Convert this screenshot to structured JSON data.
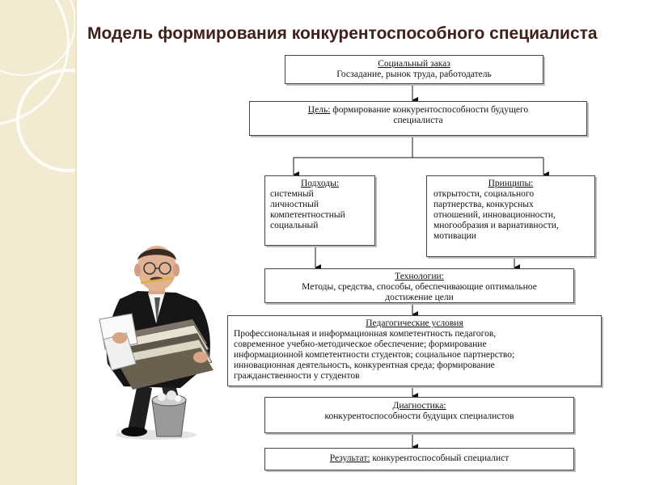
{
  "title": "Модель формирования конкурентоспособного специалиста",
  "social_order": {
    "heading": "Социальный заказ",
    "text": "Госзадание, рынок труда, работодатель"
  },
  "goal": {
    "heading": "Цель:",
    "text": "формирование конкурентоспособности будущего",
    "text2": "специалиста"
  },
  "approaches": {
    "heading": "Подходы:",
    "items": [
      "системный",
      "личностный",
      "компетентностный",
      "социальный"
    ]
  },
  "principles": {
    "heading": "Принципы:",
    "items": [
      "открытости, социального",
      "партнерства, конкурсных",
      "отношений, инновационности,",
      "многообразия и вариативности,",
      "мотивации"
    ]
  },
  "technologies": {
    "heading": "Технологии:",
    "text": "Методы, средства, способы, обеспечивающие оптимальное",
    "text2": "достижение цели"
  },
  "conditions": {
    "heading": "Педагогические условия",
    "items": [
      "Профессиональная и информационная компетентность педагогов,",
      "современное учебно-методическое обеспечение; формирование",
      "информационной компетентности студентов; социальное партнерство;",
      "инновационная деятельность, конкурентная среда; формирование",
      "гражданственности у студентов"
    ]
  },
  "diagnostics": {
    "heading": "Диагностика:",
    "text": "конкурентоспособности будущих специалистов"
  },
  "result": {
    "heading": "Результат:",
    "text": "конкурентоспособный специалист"
  }
}
